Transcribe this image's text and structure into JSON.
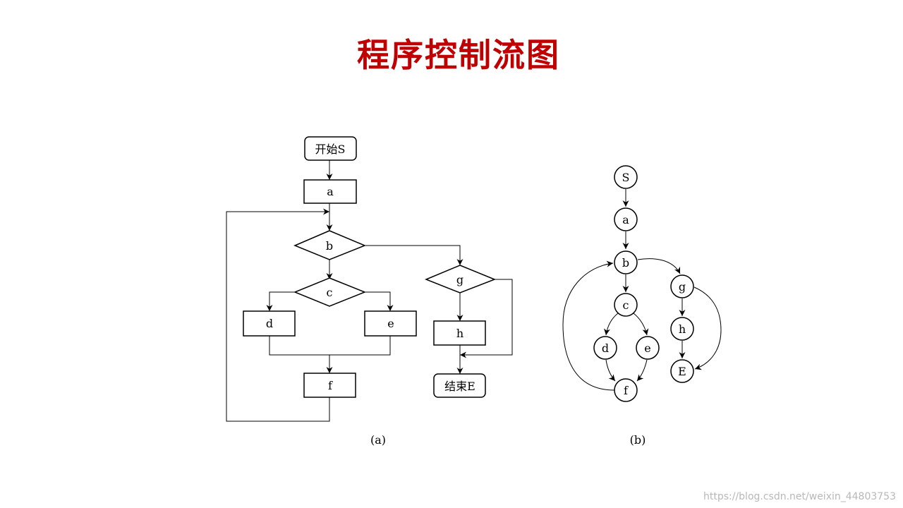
{
  "title": "程序控制流图",
  "flowchart": {
    "caption": "(a)",
    "start": "开始S",
    "end": "结束E",
    "nodes": {
      "a": "a",
      "b": "b",
      "c": "c",
      "d": "d",
      "e": "e",
      "f": "f",
      "g": "g",
      "h": "h"
    }
  },
  "flowgraph": {
    "caption": "(b)",
    "nodes": {
      "S": "S",
      "a": "a",
      "b": "b",
      "c": "c",
      "d": "d",
      "e": "e",
      "f": "f",
      "g": "g",
      "h": "h",
      "E": "E"
    }
  },
  "watermark": "https://blog.csdn.net/weixin_44803753"
}
